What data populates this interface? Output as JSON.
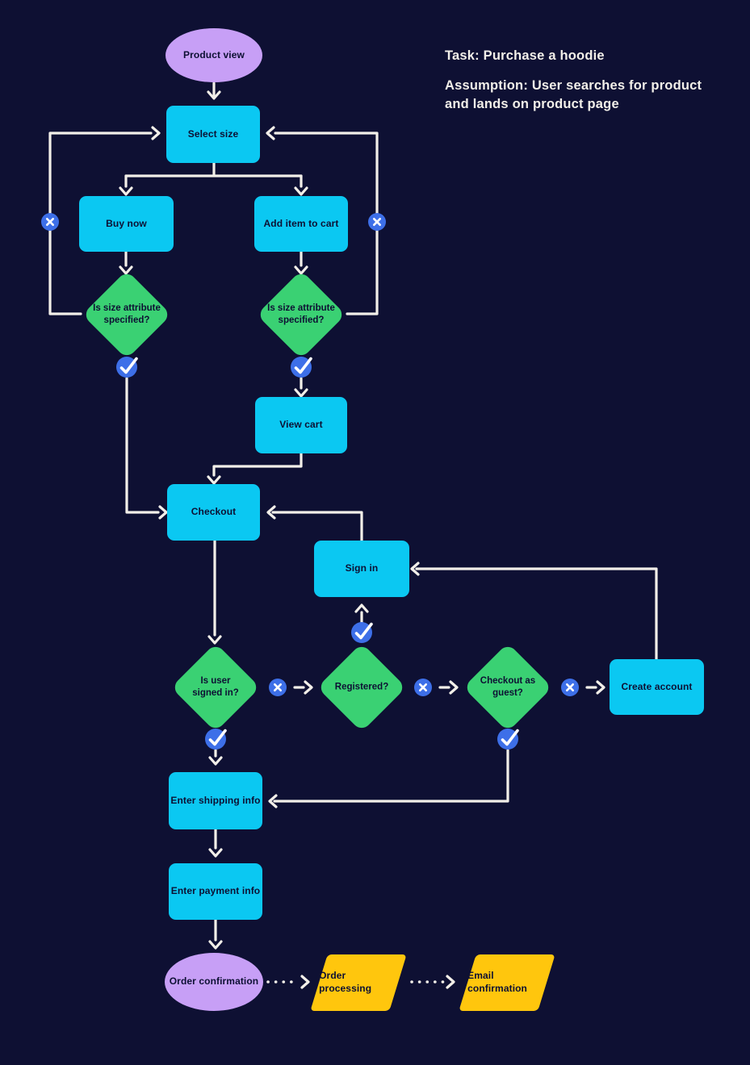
{
  "title_block": {
    "task": "Task: Purchase a hoodie",
    "assumption": "Assumption: User searches for product and lands on product page"
  },
  "colors": {
    "background": "#0e1033",
    "process": "#0bc8f2",
    "decision": "#3ad173",
    "terminator": "#c79ff6",
    "async": "#ffc60d",
    "badge": "#3d6fe8",
    "connector": "#f2efe9",
    "node_text": "#0d1033",
    "heading": "#f2efe9"
  },
  "nodes": {
    "product_view": "Product view",
    "select_size": "Select size",
    "buy_now": "Buy now",
    "add_item_to_cart": "Add item to cart",
    "size_specified_buy": "Is size attribute specified?",
    "size_specified_cart": "Is size attribute specified?",
    "view_cart": "View cart",
    "checkout": "Checkout",
    "sign_in": "Sign in",
    "is_user_signed_in": "Is user signed in?",
    "registered": "Registered?",
    "checkout_as_guest": "Checkout as guest?",
    "create_account": "Create account",
    "enter_shipping_info": "Enter shipping info",
    "enter_payment_info": "Enter payment info",
    "order_confirmation": "Order confirmation",
    "order_processing": "Order processing",
    "email_confirmation": "Email confirmation"
  },
  "badges": {
    "yes_icon": "check",
    "no_icon": "x"
  }
}
